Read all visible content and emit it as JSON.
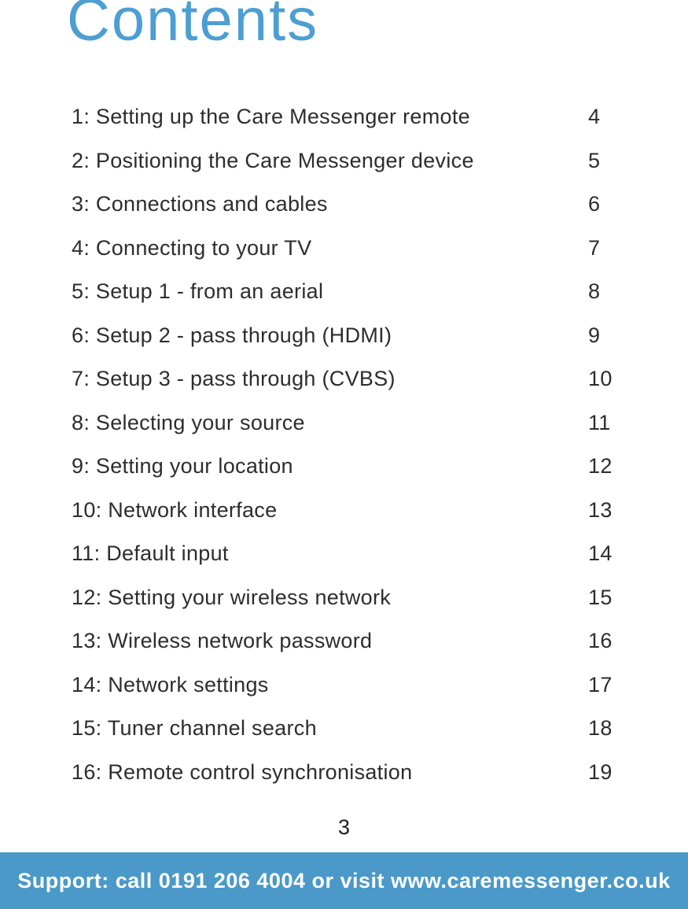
{
  "page": {
    "title": "Contents",
    "page_number": "3"
  },
  "toc": {
    "entries": [
      {
        "label": "1: Setting up the Care Messenger remote",
        "page": "4"
      },
      {
        "label": "2: Positioning the Care Messenger device",
        "page": "5"
      },
      {
        "label": "3: Connections and cables",
        "page": "6"
      },
      {
        "label": "4: Connecting to your TV",
        "page": "7"
      },
      {
        "label": "5: Setup 1 - from an aerial",
        "page": "8"
      },
      {
        "label": "6: Setup 2 - pass through (HDMI)",
        "page": "9"
      },
      {
        "label": "7: Setup 3 - pass through (CVBS)",
        "page": "10"
      },
      {
        "label": "8: Selecting your source",
        "page": "11"
      },
      {
        "label": "9: Setting your location",
        "page": "12"
      },
      {
        "label": "10: Network interface",
        "page": "13"
      },
      {
        "label": "11: Default input",
        "page": "14"
      },
      {
        "label": "12: Setting your wireless network",
        "page": "15"
      },
      {
        "label": "13: Wireless network password",
        "page": "16"
      },
      {
        "label": "14: Network settings",
        "page": "17"
      },
      {
        "label": "15: Tuner channel search",
        "page": "18"
      },
      {
        "label": "16: Remote control synchronisation",
        "page": "19"
      }
    ]
  },
  "footer": {
    "text": "Support: call 0191 206 4004 or visit www.caremessenger.co.uk"
  },
  "colors": {
    "title_blue": "#4D9ED3",
    "footer_blue": "#4A99C8",
    "text_dark": "#2D2D2D"
  }
}
